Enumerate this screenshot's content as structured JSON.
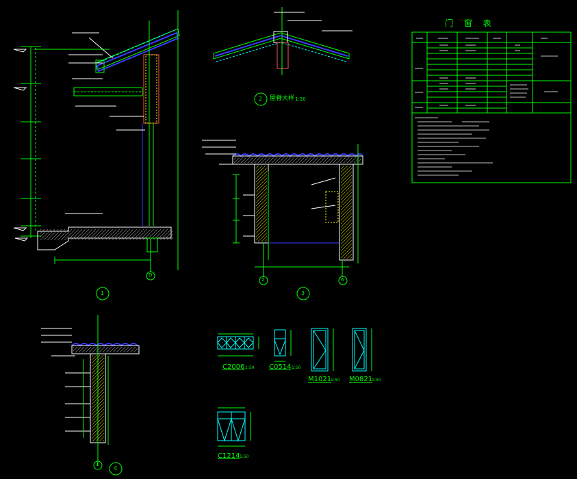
{
  "colors": {
    "background": "#000000",
    "line": "#00ff00",
    "wall": "#ffff00",
    "annotation": "#ffffff",
    "accent": "#00ffff",
    "roof_blue": "#3a3aff",
    "flash": "#ff00ff"
  },
  "table": {
    "title": "门 窗 表"
  },
  "details": {
    "d2_title": "屋脊大样",
    "d2_scale": "1:20"
  },
  "callouts": [
    "1",
    "2",
    "3",
    "4"
  ],
  "axes": [
    "D",
    "2",
    "6",
    "1"
  ],
  "windows": [
    {
      "id": "C2006",
      "scale": "1:50"
    },
    {
      "id": "C0514",
      "scale": "1:50"
    },
    {
      "id": "M1021",
      "scale": "1:50"
    },
    {
      "id": "M0821",
      "scale": "1:50"
    },
    {
      "id": "C1214",
      "scale": "1:50"
    }
  ]
}
